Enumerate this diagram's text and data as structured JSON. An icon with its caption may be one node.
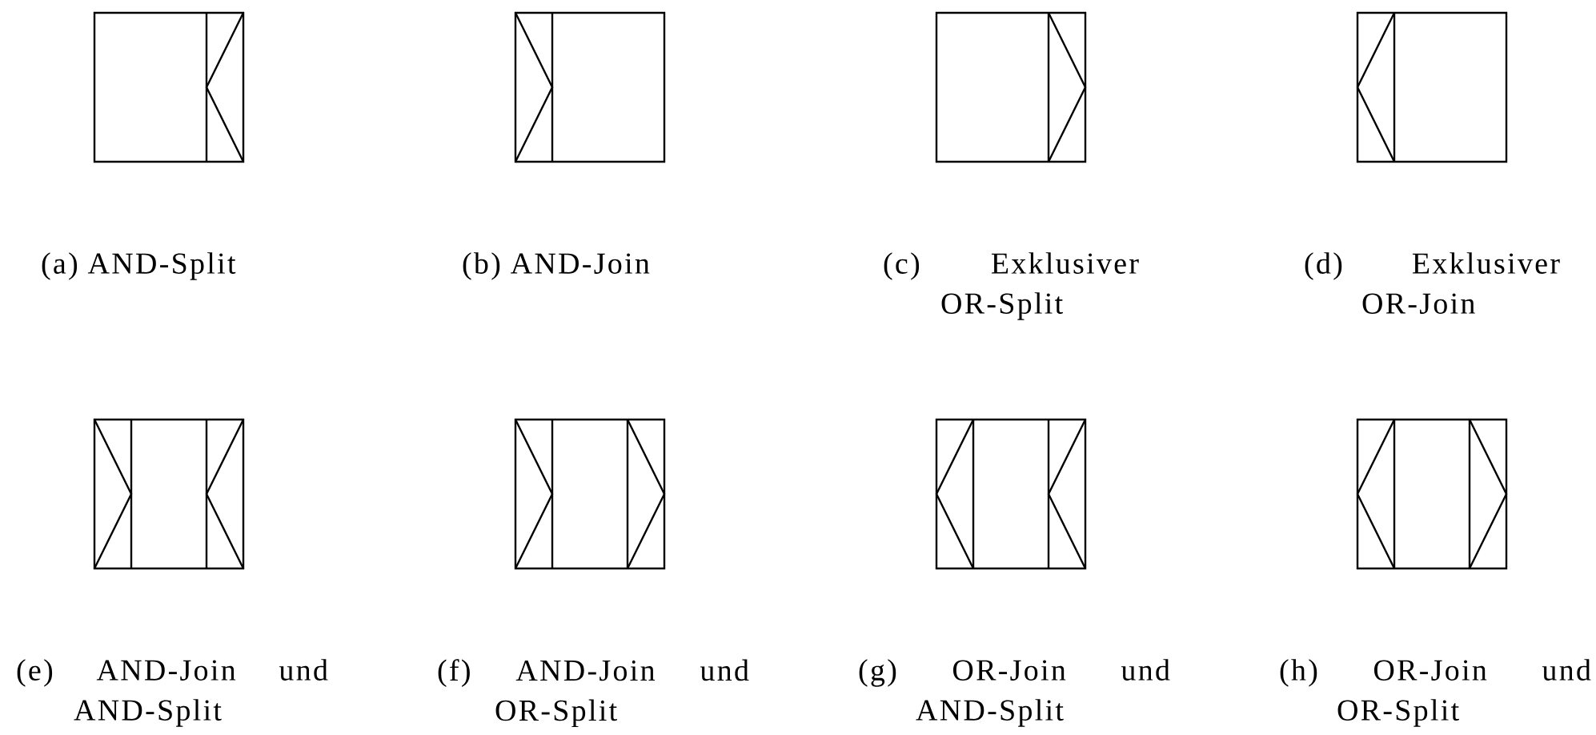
{
  "diagram": {
    "nodes": [
      {
        "text": [],
        "shape": "box",
        "beside": [
          "(a) AND-Split"
        ]
      },
      {
        "text": [],
        "shape": "box",
        "beside": [
          "(b) AND-Join"
        ]
      },
      {
        "text": [],
        "shape": "box",
        "beside": [
          "(c) Exklusiver OR-Split"
        ]
      },
      {
        "text": [],
        "shape": "box",
        "beside": [
          "(d) Exklusiver OR-Join"
        ]
      },
      {
        "text": [],
        "shape": "box",
        "beside": [
          "(e) AND-Join und AND-Split"
        ]
      },
      {
        "text": [],
        "shape": "box",
        "beside": [
          "(f) AND-Join und OR-Split"
        ]
      },
      {
        "text": [],
        "shape": "box",
        "beside": [
          "(g) OR-Join und AND-Split"
        ]
      },
      {
        "text": [],
        "shape": "box",
        "beside": [
          "(h) OR-Join und OR-Split"
        ]
      }
    ]
  }
}
